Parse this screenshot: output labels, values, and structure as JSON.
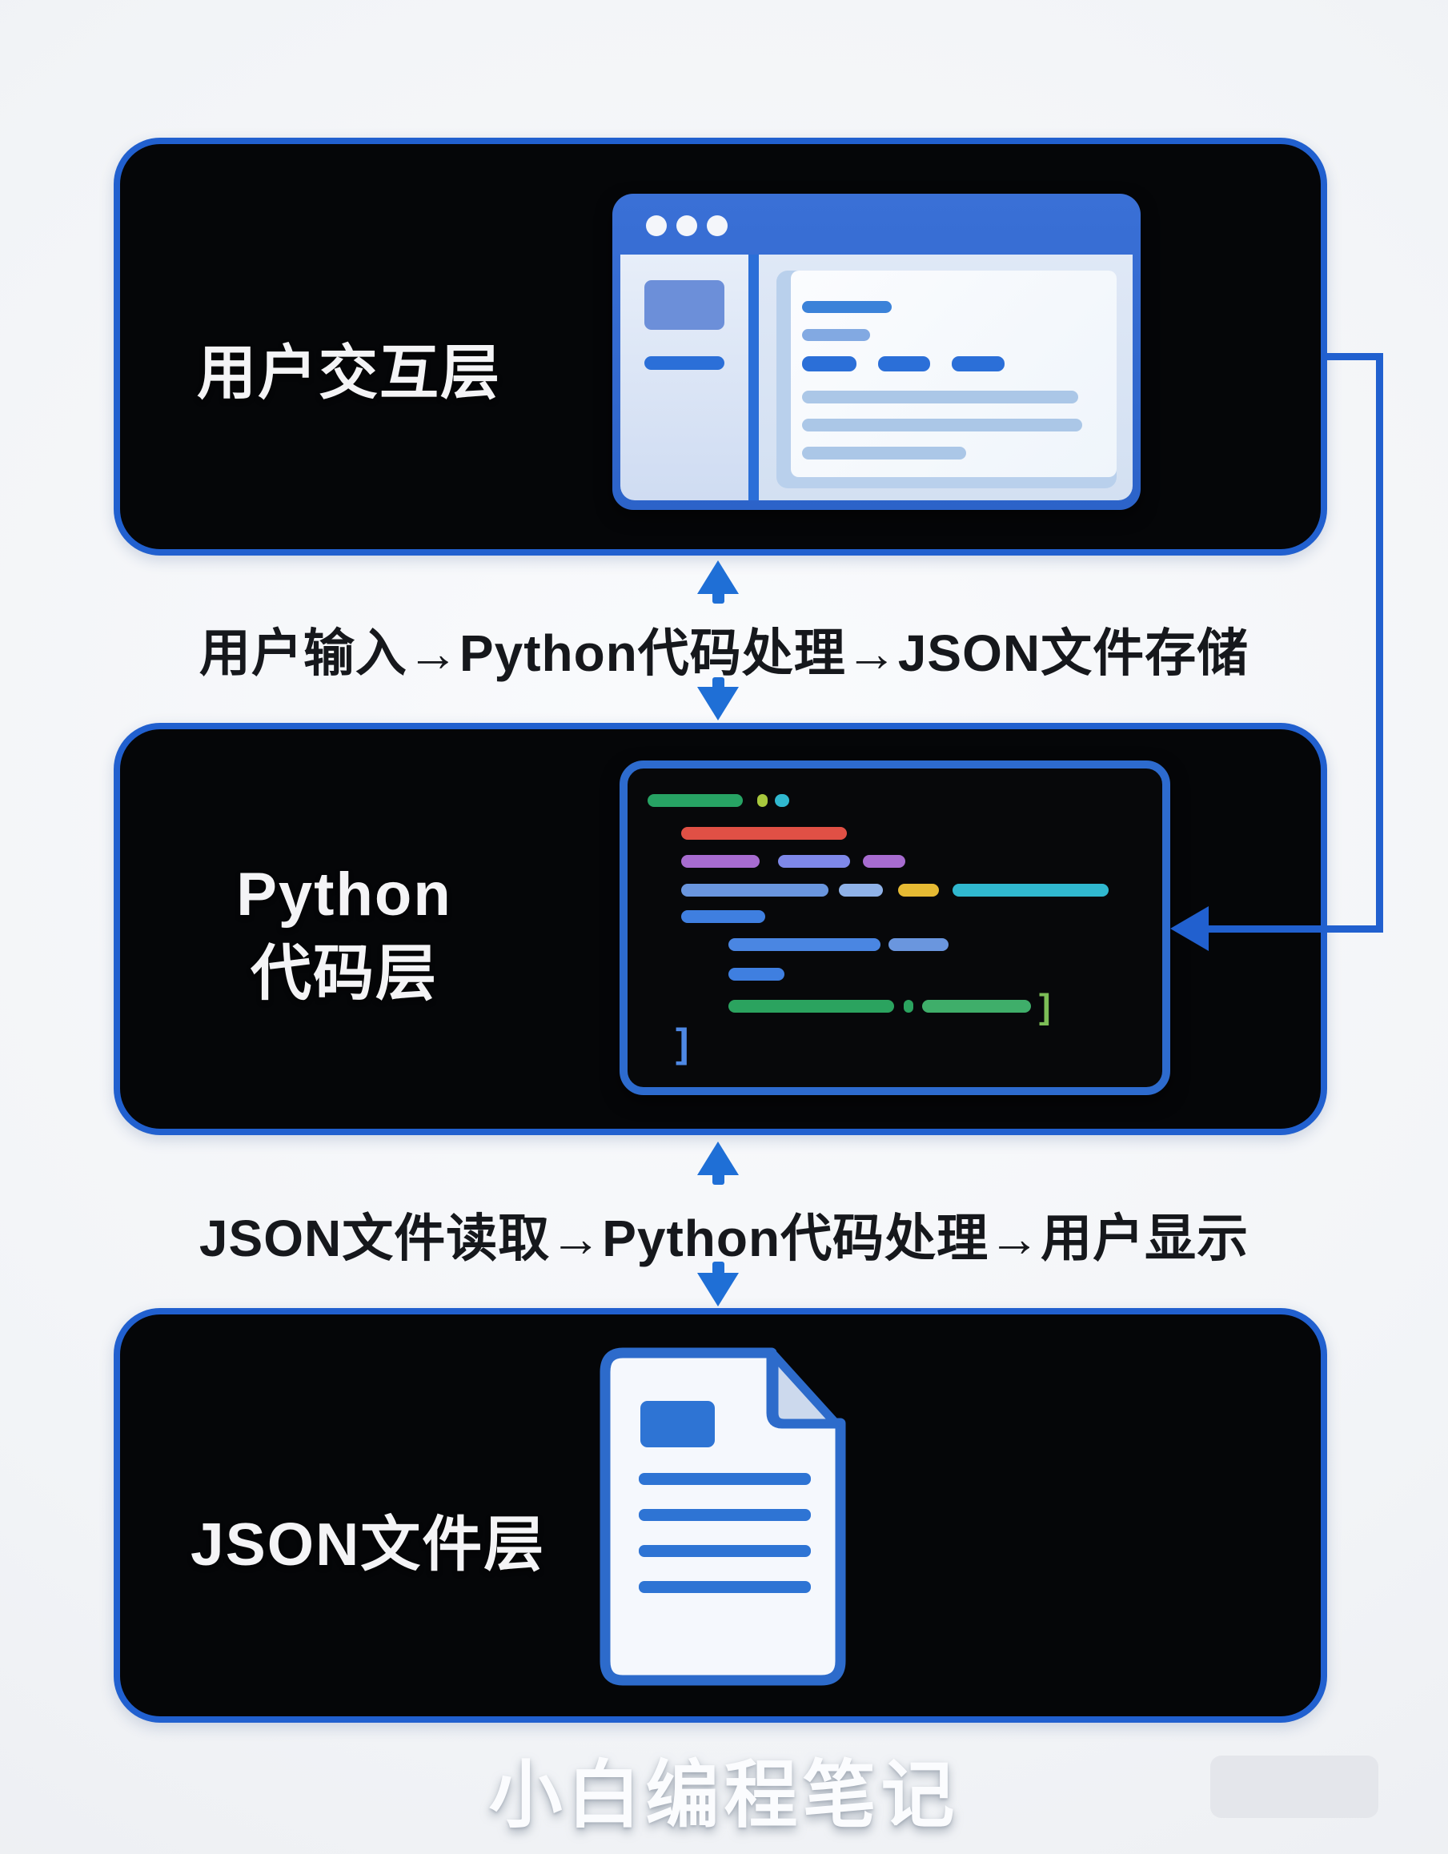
{
  "watermark": "小白编程笔记",
  "layers": [
    {
      "title": "用户交互层",
      "icon": "browser-window-icon"
    },
    {
      "title_line1": "Python",
      "title_line2": "代码层",
      "icon": "code-editor-icon"
    },
    {
      "title": "JSON文件层",
      "icon": "json-document-icon"
    }
  ],
  "flows": [
    {
      "label": "用户输入→Python代码处理→JSON文件存储"
    },
    {
      "label": "JSON文件读取→Python代码处理→用户显示"
    }
  ],
  "code_editor": {
    "bracket_glyph": "]"
  },
  "colors": {
    "accent_blue": "#2160cf",
    "arrow_blue": "#1f6fd6",
    "box_background": "#050608",
    "label_text": "#16181c",
    "code_green": "#27a364",
    "code_lime": "#a8c83d",
    "code_cyan": "#30b8cf",
    "code_red": "#e05045",
    "code_purple": "#a76cd0",
    "code_periwinkle": "#7e88e8",
    "code_steel_blue": "#6a96de",
    "code_yellow": "#e6ba33",
    "code_blue": "#4485e5"
  }
}
